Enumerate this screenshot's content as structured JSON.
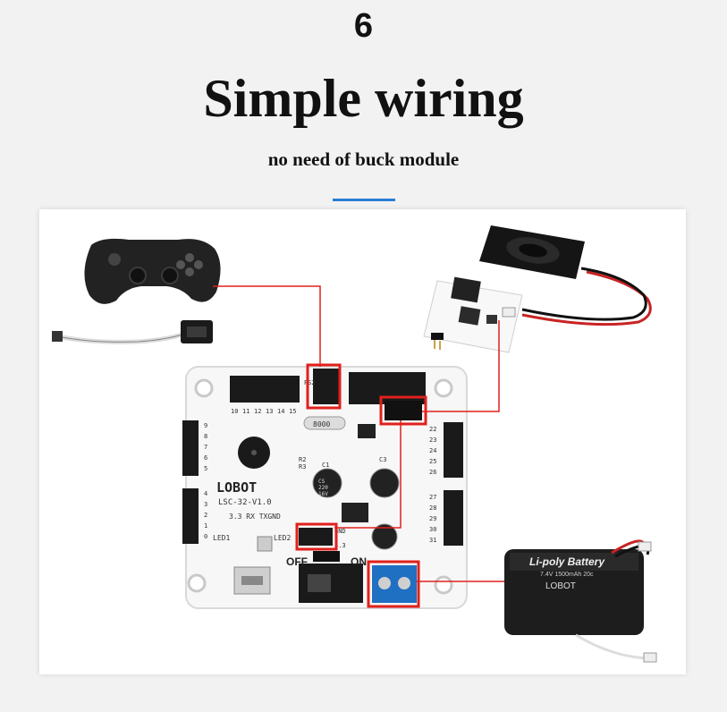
{
  "header": {
    "number": "6",
    "title": "Simple wiring",
    "subtitle": "no need of buck module"
  },
  "board": {
    "brand": "LOBOT",
    "model": "LSC-32-V1.0",
    "switch_off": "OFF",
    "switch_on": "ON",
    "serial_label": "3.3 RX TXGND",
    "led1": "LED1",
    "led2": "LED2",
    "cap1_label": "C1",
    "cap3_label": "C3",
    "crystal": "8000",
    "cap_text": "220",
    "cap_voltage": "16V",
    "cap_brand": "CS",
    "r2": "R2",
    "r3": "R3",
    "gnd": "GND",
    "v33": "3.3",
    "ps2": "PS2",
    "left_pins_top": [
      "9",
      "8",
      "7",
      "6",
      "5"
    ],
    "left_pins_bottom": [
      "4",
      "3",
      "2",
      "1",
      "0"
    ],
    "right_pins_top": [
      "22",
      "23",
      "24",
      "25",
      "26"
    ],
    "right_pins_bottom": [
      "27",
      "28",
      "29",
      "30",
      "31"
    ],
    "top_pins": [
      "10",
      "11",
      "12",
      "13",
      "14",
      "15"
    ]
  },
  "battery": {
    "label": "Li-poly Battery",
    "spec": "7.4V 1500mAh 20c",
    "brand": "LOBOT"
  },
  "colors": {
    "accent": "#2a7fd4",
    "highlight": "#e0201c",
    "wire": "#d62b2b",
    "board": "#f7f7f7",
    "terminal": "#1f6fc2",
    "battery_body": "#1d1d1d",
    "gamepad": "#222222"
  }
}
